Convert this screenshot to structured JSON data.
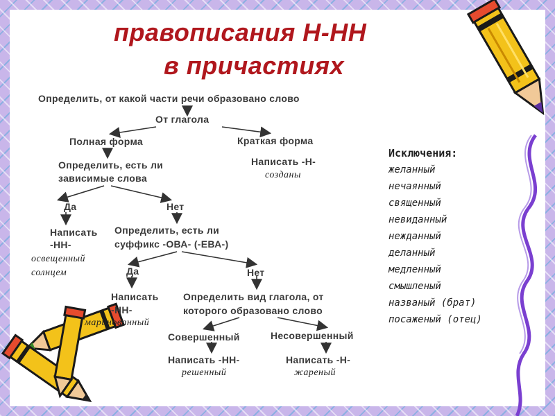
{
  "title": {
    "line1": "правописания Н-НН",
    "line2": "в причастиях"
  },
  "flow": {
    "root": "Определить, от какой части речи образовано слово",
    "from_verb": "От глагола",
    "full_form": "Полная форма",
    "short_form": "Краткая форма",
    "check_dependent_1": "Определить, есть ли",
    "check_dependent_2": "зависимые слова",
    "write_n_short": "Написать -Н-",
    "example_short": "созданы",
    "yes_1": "Да",
    "no_1": "Нет",
    "write_nn_1a": "Написать",
    "write_nn_1b": "-НН-",
    "example_1a": "освещенный",
    "example_1b": "солнцем",
    "check_suffix_1": "Определить, есть ли",
    "check_suffix_2": "суффикс -ОВА- (-ЕВА-)",
    "yes_2": "Да",
    "no_2": "Нет",
    "write_nn_2a": "Написать",
    "write_nn_2b": "-НН-",
    "example_2": "маринованный",
    "check_aspect_1": "Определить вид глагола, от",
    "check_aspect_2": "которого образовано слово",
    "perfective": "Совершенный",
    "imperfective": "Несовершенный",
    "write_nn_3": "Написать -НН-",
    "example_3": "решенный",
    "write_n_3": "Написать -Н-",
    "example_4": "жареный"
  },
  "exceptions": {
    "heading": "Исключения:",
    "items": [
      "желанный",
      "нечаянный",
      "священный",
      "невиданный",
      "нежданный",
      "деланный",
      "медленный",
      "смышленый",
      "названый (брат)",
      "посаженый (отец)"
    ]
  },
  "colors": {
    "title": "#b0171d",
    "arrow": "#333333",
    "ribbon": "#7a3fd0",
    "pencil_body": "#f3c21a",
    "pencil_stripe": "#1a1a1a"
  },
  "decor": {
    "icons": [
      "pencil-icon-top-right",
      "pencils-icon-bottom-left",
      "ribbon-right"
    ]
  }
}
